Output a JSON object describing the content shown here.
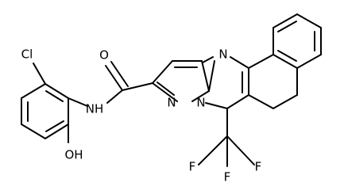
{
  "molecule": {
    "labels": {
      "chlorine": "Cl",
      "carbonyl_oxygen": "O",
      "amide_nitrogen": "NH",
      "hydroxyl": "OH",
      "pyrimidine_nitrogen": "N",
      "pyrazole_nitrogen_top": "N",
      "pyrazole_nitrogen_bottom": "N",
      "fluorine_left": "F",
      "fluorine_right": "F",
      "fluorine_bottom": "F"
    }
  }
}
